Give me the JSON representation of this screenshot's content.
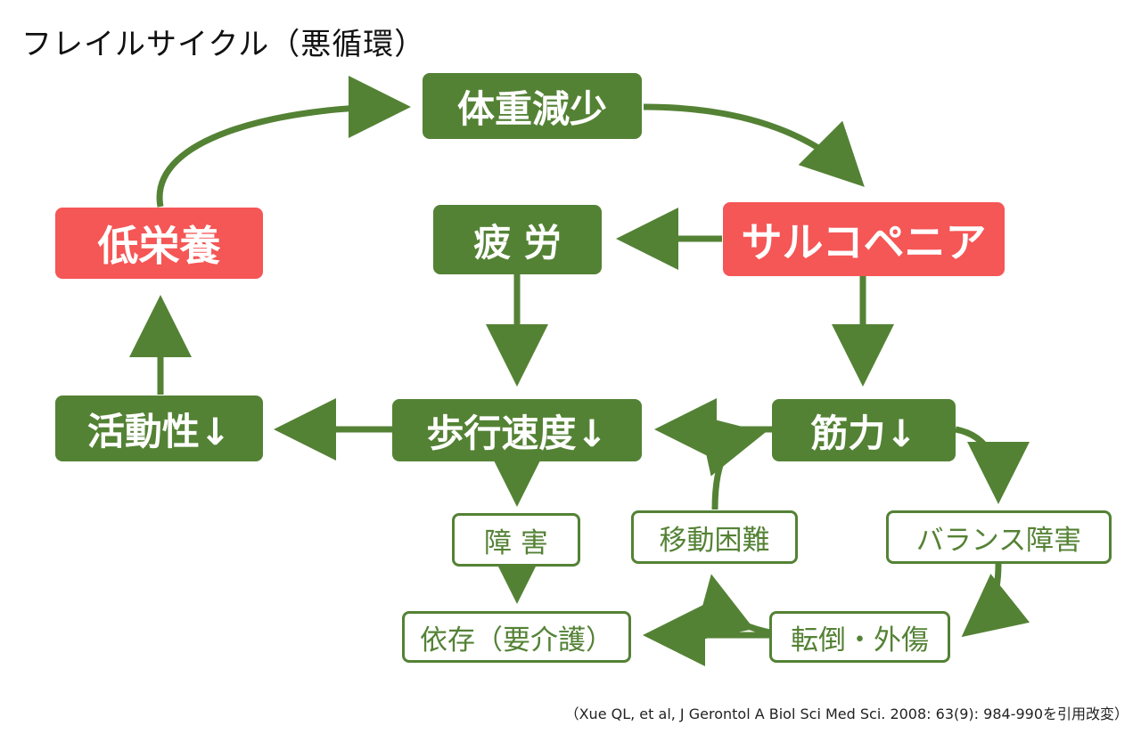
{
  "title": "フレイルサイクル（悪循環）",
  "nodes": {
    "weight_loss": "体重減少",
    "malnutrition": "低栄養",
    "fatigue": "疲 労",
    "sarcopenia": "サルコペニア",
    "activity": "活動性↓",
    "walking_speed": "歩行速度↓",
    "muscle_strength": "筋力↓",
    "disability": "障 害",
    "mobility": "移動困難",
    "balance": "バランス障害",
    "dependence": "依存（要介護）",
    "fall": "転倒・外傷"
  },
  "colors": {
    "green": "#548235",
    "red": "#f55656"
  },
  "citation": "（Xue QL, et al, J Gerontol A Biol Sci Med Sci. 2008: 63(9): 984-990を引用改変）"
}
